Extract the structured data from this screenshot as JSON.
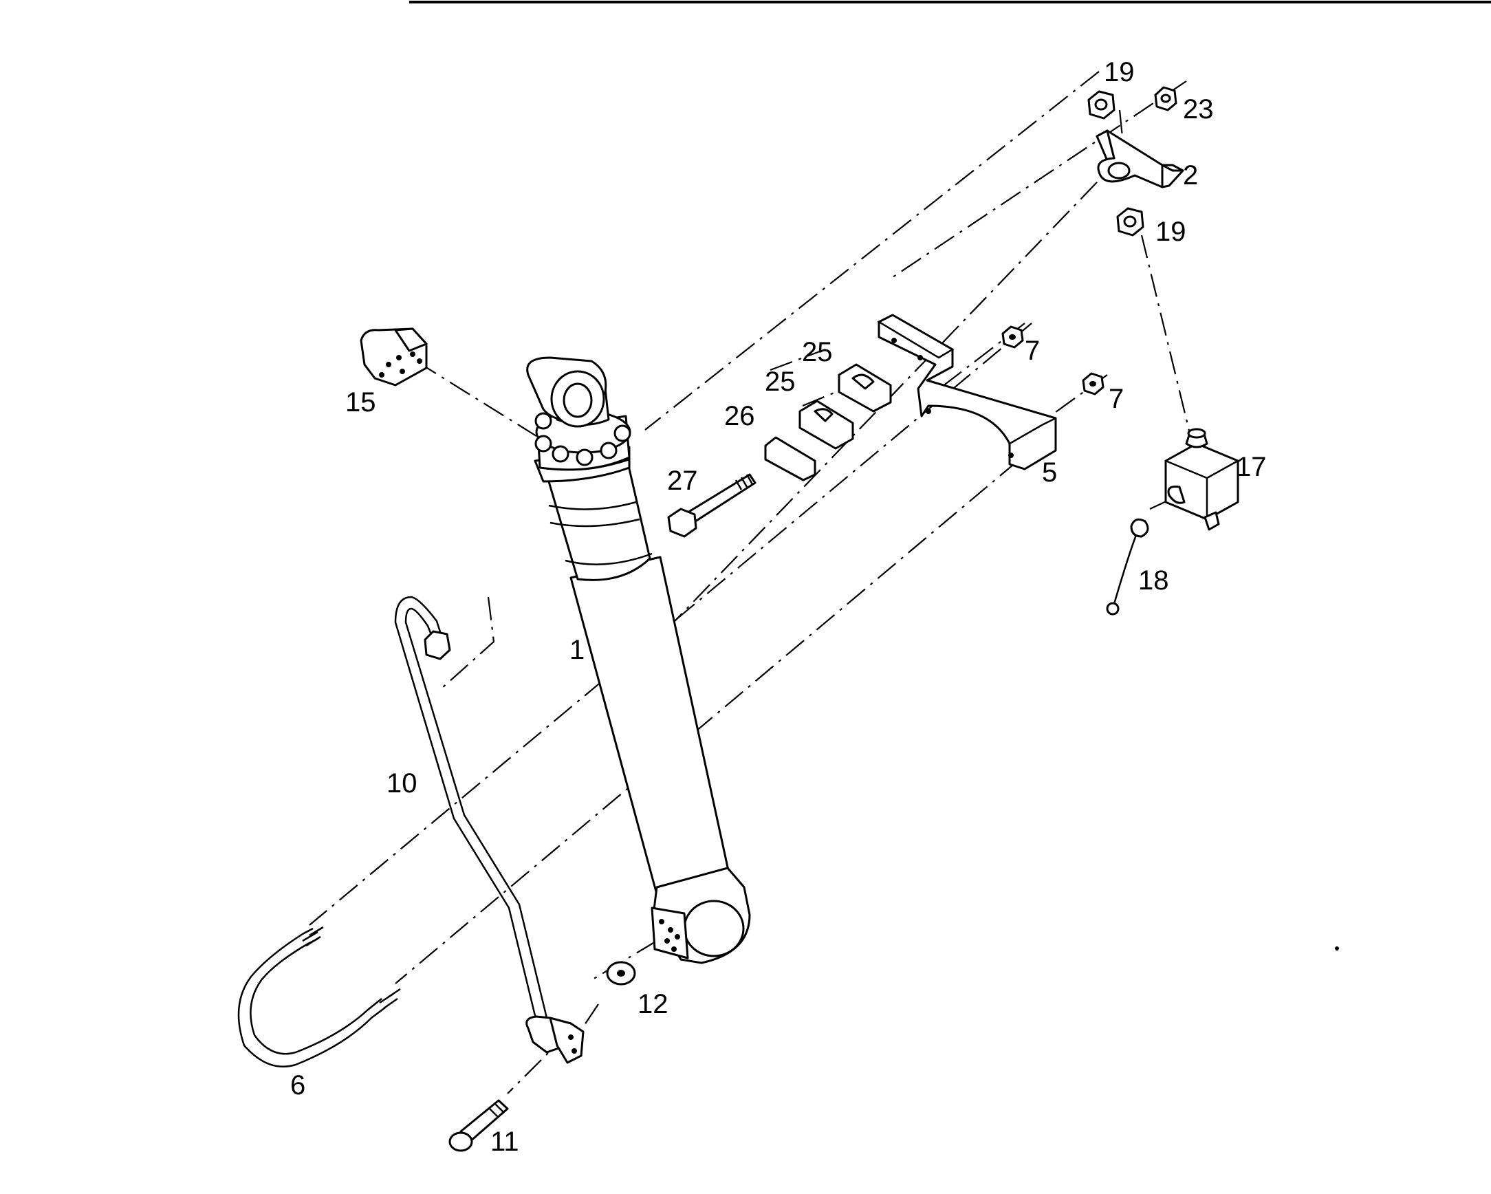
{
  "callouts": {
    "c1": "1",
    "c2": "2",
    "c5": "5",
    "c6": "6",
    "c7a": "7",
    "c7b": "7",
    "c10": "10",
    "c11": "11",
    "c12": "12",
    "c15": "15",
    "c17": "17",
    "c18": "18",
    "c19a": "19",
    "c19b": "19",
    "c23": "23",
    "c25a": "25",
    "c25b": "25",
    "c26": "26",
    "c27": "27"
  }
}
